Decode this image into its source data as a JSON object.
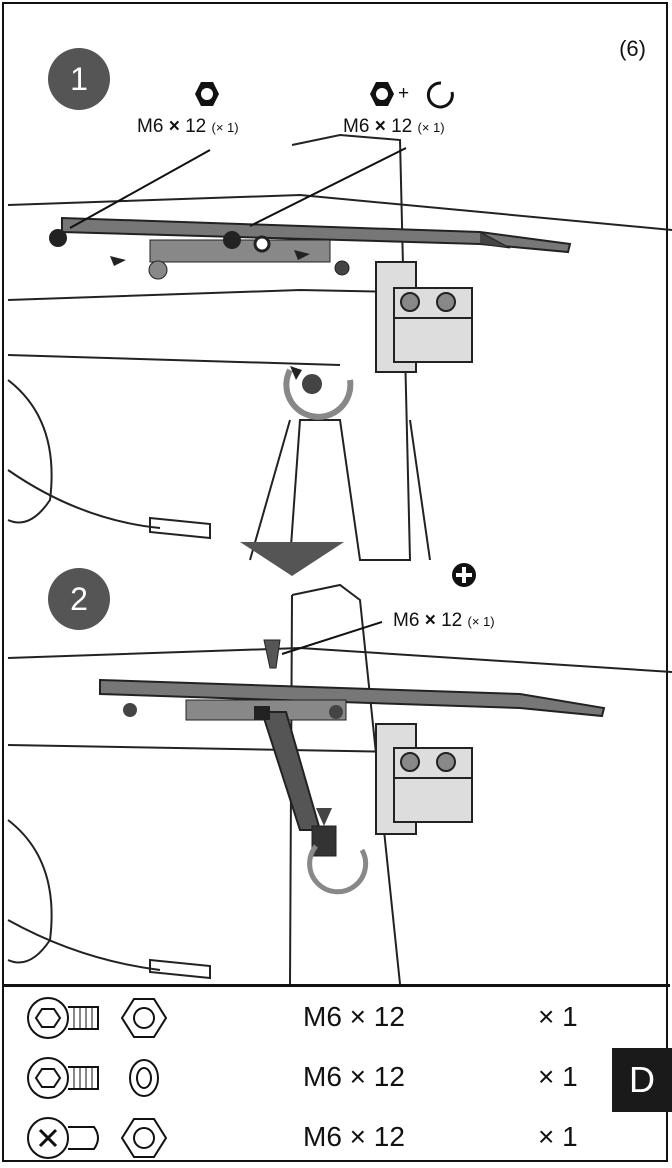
{
  "page": {
    "number": "(6)",
    "section_tab": "D"
  },
  "step1": {
    "number": "1",
    "screw_a": {
      "spec": "M6",
      "times": "×",
      "length": "12",
      "qty": "(× 1)",
      "tool_icon": "hex-nut-icon"
    },
    "screw_b": {
      "spec": "M6",
      "times": "×",
      "length": "12",
      "qty": "(× 1)",
      "tool_icon": "hex-nut-plus-washer-icon",
      "plus": "+"
    }
  },
  "step2": {
    "number": "2",
    "screw": {
      "spec": "M6",
      "times": "×",
      "length": "12",
      "qty": "(× 1)",
      "tool_icon": "phillips-screw-icon"
    }
  },
  "parts_list": [
    {
      "spec": "M6 × 12",
      "qty": "× 1",
      "bolt_icon": "hex-socket-bolt-icon",
      "nut_icon": "hex-nut-icon"
    },
    {
      "spec": "M6 × 12",
      "qty": "× 1",
      "bolt_icon": "hex-socket-bolt-icon",
      "nut_icon": "split-washer-icon"
    },
    {
      "spec": "M6 × 12",
      "qty": "× 1",
      "bolt_icon": "phillips-bolt-icon",
      "nut_icon": "hex-nut-icon"
    }
  ]
}
